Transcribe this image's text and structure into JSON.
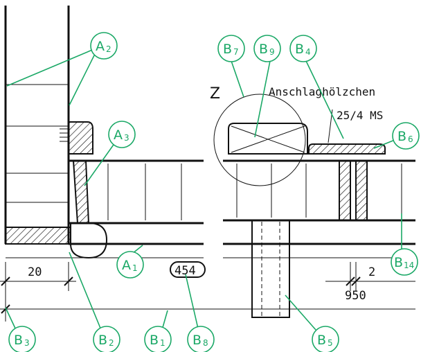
{
  "drawing": {
    "detail_mark": "Z",
    "note_label": "Anschlaghölzchen",
    "note_spec": "25/4 MS",
    "dimensions": [
      "20",
      "2",
      "950"
    ],
    "position_mark": "454"
  },
  "callouts": [
    {
      "id": "a2",
      "letter": "A",
      "sub": "2"
    },
    {
      "id": "a3",
      "letter": "A",
      "sub": "3"
    },
    {
      "id": "a1",
      "letter": "A",
      "sub": "1"
    },
    {
      "id": "b3",
      "letter": "B",
      "sub": "3"
    },
    {
      "id": "b2",
      "letter": "B",
      "sub": "2"
    },
    {
      "id": "b1",
      "letter": "B",
      "sub": "1"
    },
    {
      "id": "b8",
      "letter": "B",
      "sub": "8"
    },
    {
      "id": "b7",
      "letter": "B",
      "sub": "7"
    },
    {
      "id": "b9",
      "letter": "B",
      "sub": "9"
    },
    {
      "id": "b4",
      "letter": "B",
      "sub": "4"
    },
    {
      "id": "b6",
      "letter": "B",
      "sub": "6"
    },
    {
      "id": "b14",
      "letter": "B",
      "sub": "14"
    },
    {
      "id": "b5",
      "letter": "B",
      "sub": "5"
    }
  ],
  "colors": {
    "callout": "#1aa866",
    "ink": "#111111"
  }
}
